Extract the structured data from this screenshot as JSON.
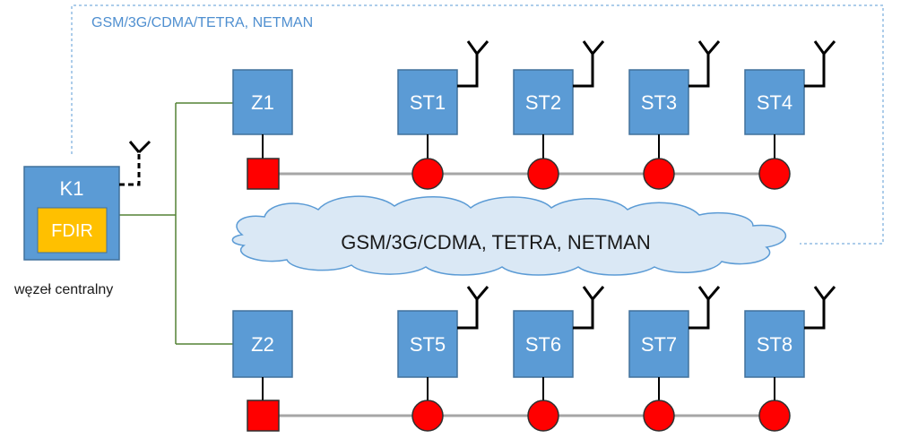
{
  "frame": {
    "label": "GSM/3G/CDMA/TETRA, NETMAN"
  },
  "central": {
    "name": "K1",
    "module": "FDIR",
    "caption": "węzeł centralny"
  },
  "zones": [
    {
      "name": "Z1"
    },
    {
      "name": "Z2"
    }
  ],
  "stations_top": [
    {
      "name": "ST1"
    },
    {
      "name": "ST2"
    },
    {
      "name": "ST3"
    },
    {
      "name": "ST4"
    }
  ],
  "stations_bottom": [
    {
      "name": "ST5"
    },
    {
      "name": "ST6"
    },
    {
      "name": "ST7"
    },
    {
      "name": "ST8"
    }
  ],
  "cloud": {
    "label": "GSM/3G/CDMA, TETRA, NETMAN"
  },
  "colors": {
    "node_fill": "#5b9bd5",
    "module_fill": "#ffc000",
    "device_fill": "#ff0000",
    "bus_line": "#a6a6a6",
    "link_line": "#548235"
  }
}
